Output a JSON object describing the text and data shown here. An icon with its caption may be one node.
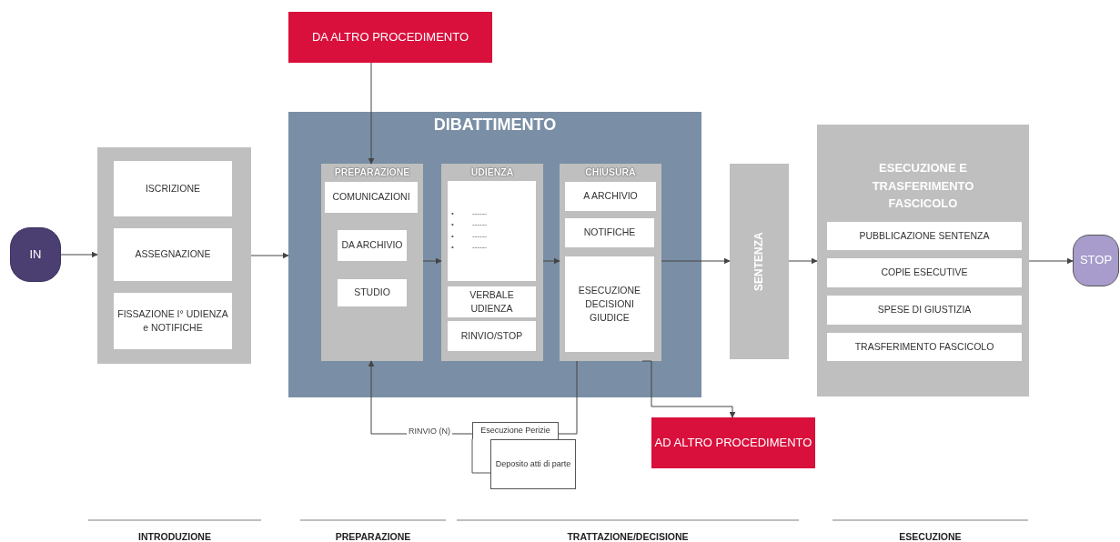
{
  "diagram": {
    "nodes": [
      {
        "text": [
          "IN"
        ]
      },
      {
        "text": [],
        "shape": "box"
      },
      {
        "text": [
          "ISCRIZIONE"
        ],
        "in": 1
      },
      {
        "text": [
          "ASSEGNAZIONE"
        ],
        "in": 1
      },
      {
        "text": [
          "FISSAZIONE I° UDIENZA e NOTIFICHE"
        ],
        "in": 1
      },
      {
        "text": [
          "DA ALTRO PROCEDIMENTO"
        ]
      },
      {
        "text": [
          "DIBATTIMENTO"
        ]
      },
      {
        "text": [
          "PREPARAZIONE"
        ],
        "in": 6
      },
      {
        "text": [
          "COMUNICAZIONI"
        ],
        "in": 7
      },
      {
        "text": [
          "DA ARCHIVIO"
        ],
        "in": 7
      },
      {
        "text": [
          "STUDIO"
        ],
        "in": 7
      },
      {
        "text": [
          "UDIENZA"
        ],
        "in": 6
      },
      {
        "text": [
          "• ------",
          "• ------",
          "• ------",
          "• ------"
        ],
        "in": 11
      },
      {
        "text": [
          "VERBALE UDIENZA"
        ],
        "in": 11
      },
      {
        "text": [
          "RINVIO/STOP"
        ],
        "in": 11
      },
      {
        "text": [
          "CHIUSURA"
        ],
        "in": 6
      },
      {
        "text": [
          "A ARCHIVIO"
        ],
        "in": 15
      },
      {
        "text": [
          "NOTIFICHE"
        ],
        "in": 15
      },
      {
        "text": [
          "ESECUZIONE DECISIONI GIUDICE"
        ],
        "in": 15
      },
      {
        "text": [
          "SENTENZA"
        ]
      },
      {
        "text": [
          "ESECUZIONE E TRASFERIMENTO FASCICOLO"
        ]
      },
      {
        "text": [
          "PUBBLICAZIONE SENTENZA"
        ],
        "in": 20
      },
      {
        "text": [
          "COPIE ESECUTIVE"
        ],
        "in": 20
      },
      {
        "text": [
          "SPESE DI GIUSTIZIA"
        ],
        "in": 20
      },
      {
        "text": [
          "TRASFERIMENTO FASCICOLO"
        ],
        "in": 20
      },
      {
        "text": [
          "STOP"
        ]
      },
      {
        "text": [
          "Esecuzione Perizie"
        ]
      },
      {
        "text": [
          "Deposito atti di parte"
        ]
      },
      {
        "text": [
          "AD ALTRO PROCEDIMENTO"
        ]
      }
    ],
    "edges": [
      {
        "from": 0,
        "to": 1,
        "arrow": "to"
      },
      {
        "from": 1,
        "to": 6,
        "arrow": "to"
      },
      {
        "from": 5,
        "to": 7,
        "arrow": "to"
      },
      {
        "from": 7,
        "to": 11,
        "arrow": "to"
      },
      {
        "from": 11,
        "to": 15,
        "arrow": "to"
      },
      {
        "from": 15,
        "to": 19,
        "arrow": "to"
      },
      {
        "from": 19,
        "to": 20,
        "arrow": "to"
      },
      {
        "from": 20,
        "to": 25,
        "arrow": "to"
      },
      {
        "from": 15,
        "to": 26,
        "arrow": "none"
      },
      {
        "from": 26,
        "to": 7,
        "arrow": "to",
        "label": "RINVIO (N)"
      },
      {
        "from": 15,
        "to": 28,
        "arrow": "to"
      }
    ],
    "labels": [
      "INTRODUZIONE",
      "PREPARAZIONE",
      "TRATTAZIONE/DECISIONE",
      "ESECUZIONE"
    ]
  }
}
